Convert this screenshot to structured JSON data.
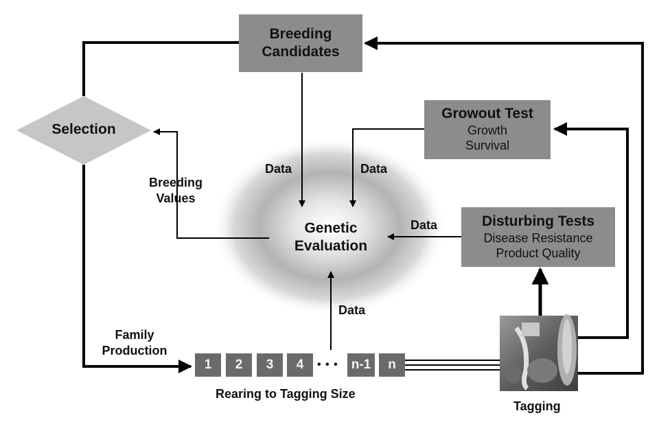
{
  "nodes": {
    "breeding_candidates": {
      "line1": "Breeding",
      "line2": "Candidates"
    },
    "selection": {
      "label": "Selection"
    },
    "growout_test": {
      "title": "Growout Test",
      "line1": "Growth",
      "line2": "Survival"
    },
    "disturbing_tests": {
      "title": "Disturbing Tests",
      "line1": "Disease Resistance",
      "line2": "Product Quality"
    },
    "genetic_evaluation": {
      "line1": "Genetic",
      "line2": "Evaluation"
    },
    "tagging": {
      "label": "Tagging"
    }
  },
  "edge_labels": {
    "data_candidates": "Data",
    "data_growout": "Data",
    "data_disturbing": "Data",
    "data_rearing": "Data",
    "breeding_values_1": "Breeding",
    "breeding_values_2": "Values",
    "family_production_1": "Family",
    "family_production_2": "Production"
  },
  "rearing": {
    "steps": [
      "1",
      "2",
      "3",
      "4",
      "n-1",
      "n"
    ],
    "ellipsis": "• • •",
    "caption": "Rearing to Tagging Size"
  },
  "colors": {
    "box_fill": "#8c8c8c",
    "diamond_fill": "#c6c6c6",
    "step_fill": "#6a6a6a",
    "line": "#000000"
  }
}
